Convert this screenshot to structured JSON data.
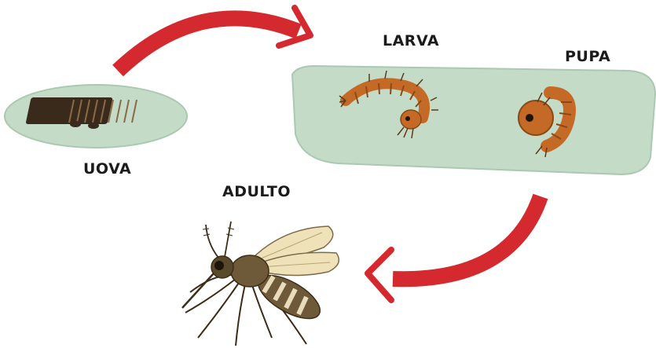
{
  "stages": {
    "eggs": {
      "label": "UOVA",
      "icon": "eggs-illustration"
    },
    "larva": {
      "label": "LARVA",
      "icon": "larva-illustration"
    },
    "pupa": {
      "label": "PUPA",
      "icon": "pupa-illustration"
    },
    "adult": {
      "label": "ADULTO",
      "icon": "mosquito-illustration"
    }
  },
  "colors": {
    "arrow": "#d42a2f",
    "water": "#c4dcc7",
    "water_edge": "#aac9b0",
    "insect_body": "#c46a26",
    "insect_dark": "#5b3a1c",
    "egg_dark": "#3a2a1c",
    "mosquito_body": "#6e5a38",
    "mosquito_stripe": "#e8dcbc",
    "wing": "#efe2b8"
  }
}
